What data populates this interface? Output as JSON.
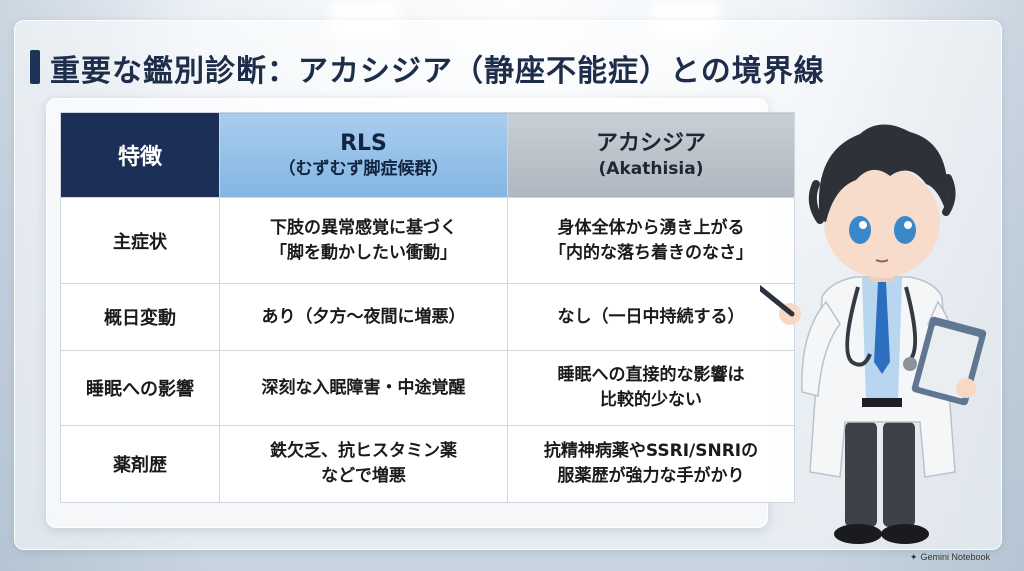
{
  "title": "重要な鑑別診断：アカシジア（静座不能症）との境界線",
  "table": {
    "header": {
      "feature": "特徴",
      "rls_main": "RLS",
      "rls_sub": "（むずむず脚症候群）",
      "aka_main": "アカシジア",
      "aka_sub": "(Akathisia)"
    },
    "rows": [
      {
        "feature": "主症状",
        "rls": [
          "下肢の異常感覚に基づく",
          "「脚を動かしたい衝動」"
        ],
        "aka": [
          "身体全体から湧き上がる",
          "「内的な落ち着きのなさ」"
        ]
      },
      {
        "feature": "概日変動",
        "rls": [
          "あり（夕方〜夜間に増悪）"
        ],
        "aka": [
          "なし（一日中持続する）"
        ]
      },
      {
        "feature": "睡眠への影響",
        "rls": [
          "深刻な入眠障害・中途覚醒"
        ],
        "aka": [
          "睡眠への直接的な影響は",
          "比較的少ない"
        ]
      },
      {
        "feature": "薬剤歴",
        "rls": [
          "鉄欠乏、抗ヒスタミン薬",
          "などで増悪"
        ],
        "aka": [
          "抗精神病薬やSSRI/SNRIの",
          "服薬歴が強力な手がかり"
        ]
      }
    ]
  },
  "watermark": "Gemini Notebook",
  "colors": {
    "header_dark": "#1c2f56",
    "header_rls": "#82b6e3",
    "header_akathisia": "#aeb6bf",
    "title_text": "#1d2d4a"
  }
}
